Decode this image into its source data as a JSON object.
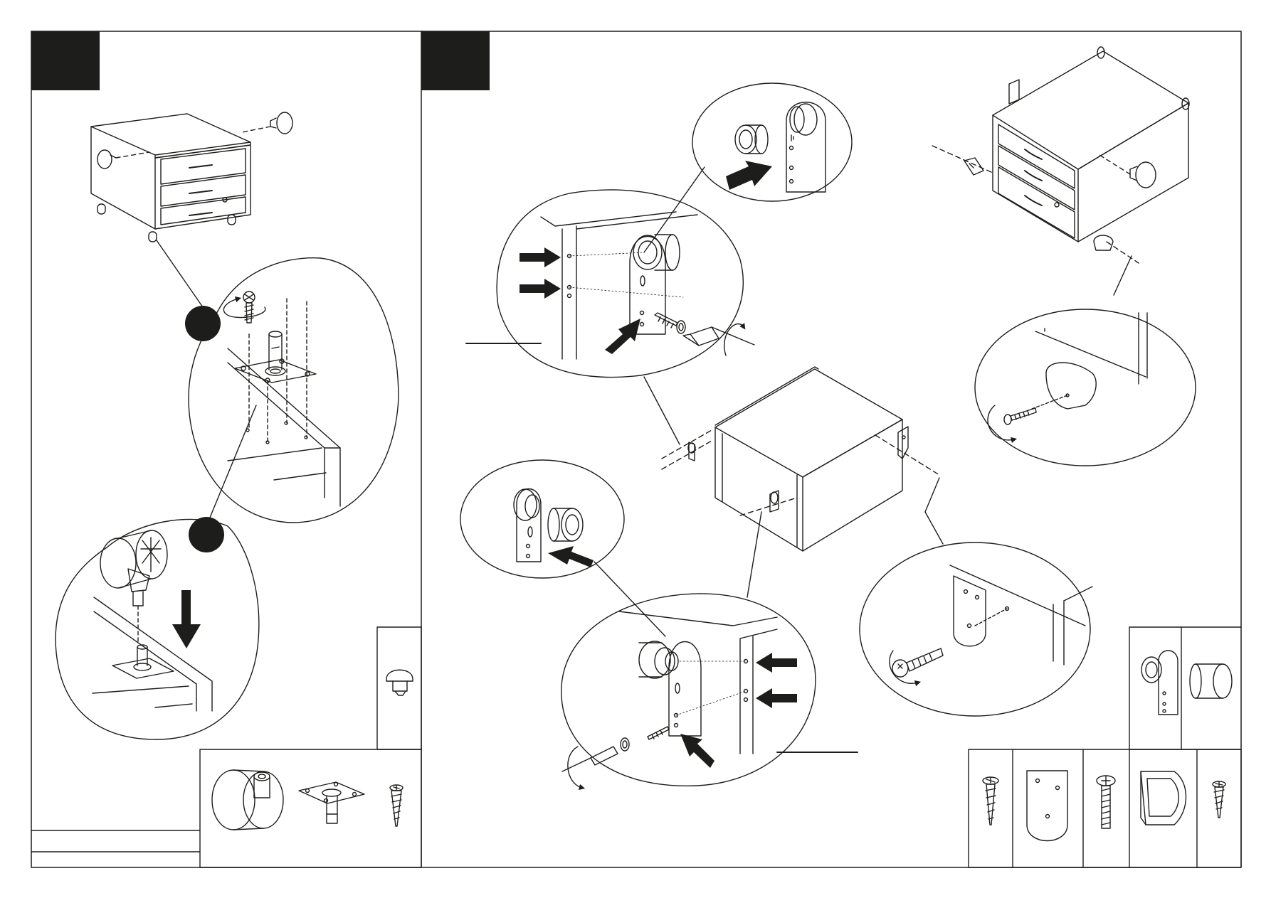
{
  "page": {
    "background": "#ffffff",
    "ink": "#1d1d1b"
  },
  "steps": [
    {
      "badge_color": "#1d1d1b",
      "callout_markers": [
        "filled-circle",
        "filled-circle"
      ],
      "parts": [
        "cap-plug",
        "twin-caster",
        "caster-mounting-plate",
        "caster-screw"
      ]
    },
    {
      "badge_color": "#1d1d1b",
      "parts": [
        "drawer-runner-hook",
        "runner-sleeve",
        "pan-head-screw",
        "rear-bracket-plate",
        "bolt",
        "corner-cap",
        "small-screw"
      ]
    }
  ],
  "icons": [
    "rotation-arrow-icon",
    "push-arrow-icon",
    "screwdriver-icon",
    "screw-icon"
  ]
}
